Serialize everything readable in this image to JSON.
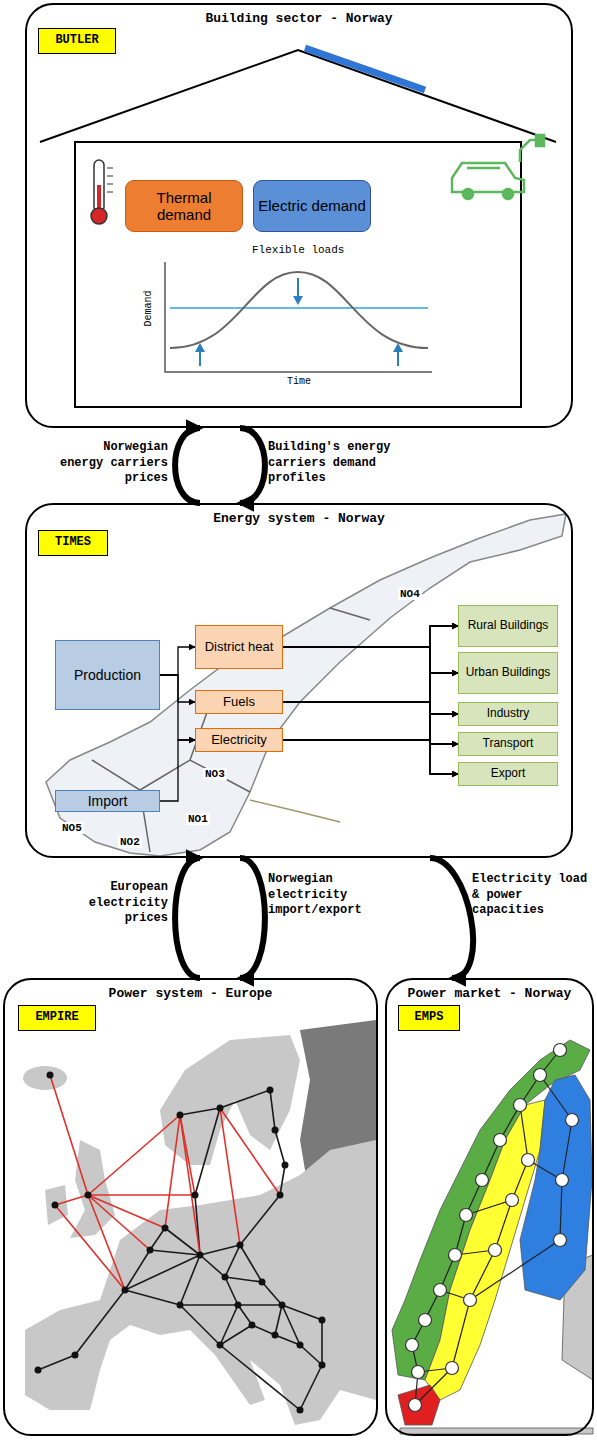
{
  "diagram": {
    "nodes": [
      {
        "text": [
          "Building sector - Norway"
        ]
      },
      {
        "text": [
          "BUTLER"
        ],
        "in": 0
      },
      {
        "text": [
          "Thermal demand"
        ],
        "in": 0
      },
      {
        "text": [
          "Electric demand"
        ],
        "in": 0
      },
      {
        "text": [
          "Energy system - Norway"
        ]
      },
      {
        "text": [
          "TIMES"
        ],
        "in": 4
      },
      {
        "text": [
          "Production"
        ],
        "in": 4
      },
      {
        "text": [
          "Import"
        ],
        "in": 4
      },
      {
        "text": [
          "District heat"
        ],
        "in": 4
      },
      {
        "text": [
          "Fuels"
        ],
        "in": 4
      },
      {
        "text": [
          "Electricity"
        ],
        "in": 4
      },
      {
        "text": [
          "Rural Buildings"
        ],
        "in": 4
      },
      {
        "text": [
          "Urban Buildings"
        ],
        "in": 4
      },
      {
        "text": [
          "Industry"
        ],
        "in": 4
      },
      {
        "text": [
          "Transport"
        ],
        "in": 4
      },
      {
        "text": [
          "Export"
        ],
        "in": 4
      },
      {
        "text": [
          "Power system - Europe"
        ]
      },
      {
        "text": [
          "EMPIRE"
        ],
        "in": 16
      },
      {
        "text": [
          "Power market - Norway"
        ]
      },
      {
        "text": [
          "EMPS"
        ],
        "in": 18
      }
    ],
    "edges": [
      {
        "from": 6,
        "to": 8,
        "arrow": "to"
      },
      {
        "from": 6,
        "to": 9,
        "arrow": "to"
      },
      {
        "from": 6,
        "to": 10,
        "arrow": "to"
      },
      {
        "from": 7,
        "to": 10,
        "arrow": "to"
      },
      {
        "from": 8,
        "to": 11,
        "arrow": "to"
      },
      {
        "from": 8,
        "to": 12,
        "arrow": "to"
      },
      {
        "from": 8,
        "to": 13,
        "arrow": "to"
      },
      {
        "from": 8,
        "to": 14,
        "arrow": "to"
      },
      {
        "from": 8,
        "to": 15,
        "arrow": "to"
      },
      {
        "from": 9,
        "to": 11,
        "arrow": "to"
      },
      {
        "from": 9,
        "to": 12,
        "arrow": "to"
      },
      {
        "from": 9,
        "to": 13,
        "arrow": "to"
      },
      {
        "from": 9,
        "to": 14,
        "arrow": "to"
      },
      {
        "from": 9,
        "to": 15,
        "arrow": "to"
      },
      {
        "from": 10,
        "to": 11,
        "arrow": "to"
      },
      {
        "from": 10,
        "to": 12,
        "arrow": "to"
      },
      {
        "from": 10,
        "to": 13,
        "arrow": "to"
      },
      {
        "from": 10,
        "to": 14,
        "arrow": "to"
      },
      {
        "from": 10,
        "to": 15,
        "arrow": "to"
      },
      {
        "from": 4,
        "to": 0,
        "label": "Norwegian energy carriers prices",
        "arrow": "to"
      },
      {
        "from": 0,
        "to": 4,
        "label": "Building's energy carriers demand profiles",
        "arrow": "to"
      },
      {
        "from": 16,
        "to": 4,
        "label": "European electricity prices",
        "arrow": "to"
      },
      {
        "from": 4,
        "to": 16,
        "label": "Norwegian electricity import/export",
        "arrow": "to"
      },
      {
        "from": 4,
        "to": 18,
        "label": "Electricity load & power capacities",
        "arrow": "to"
      }
    ],
    "labels": [
      "Flexible loads",
      "Demand",
      "Time",
      "NO4",
      "NO3",
      "NO5",
      "NO1",
      "NO2"
    ]
  }
}
